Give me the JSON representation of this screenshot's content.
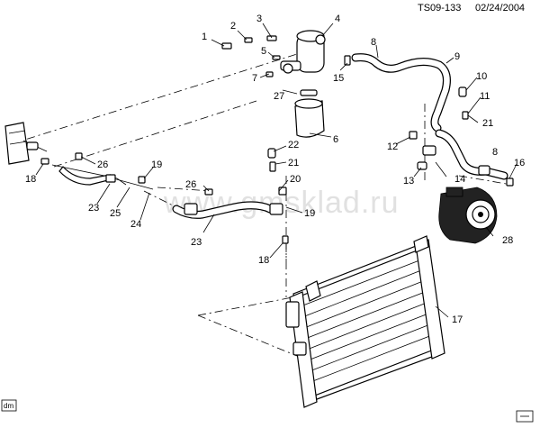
{
  "header": {
    "drawing_id": "TS09-133",
    "date": "02/24/2004"
  },
  "watermark": "www.gmsklad.ru",
  "corner_badge": "dm",
  "callouts": {
    "c1": "1",
    "c2": "2",
    "c3": "3",
    "c4": "4",
    "c5": "5",
    "c6": "6",
    "c7": "7",
    "c8a": "8",
    "c8b": "8",
    "c9": "9",
    "c10": "10",
    "c11": "11",
    "c12": "12",
    "c13": "13",
    "c14": "14",
    "c15": "15",
    "c16": "16",
    "c17": "17",
    "c18a": "18",
    "c18b": "18",
    "c19a": "19",
    "c19b": "19",
    "c20": "20",
    "c21a": "21",
    "c21b": "21",
    "c22": "22",
    "c23a": "23",
    "c23b": "23",
    "c24": "24",
    "c25": "25",
    "c26a": "26",
    "c26b": "26",
    "c27": "27",
    "c28": "28"
  }
}
